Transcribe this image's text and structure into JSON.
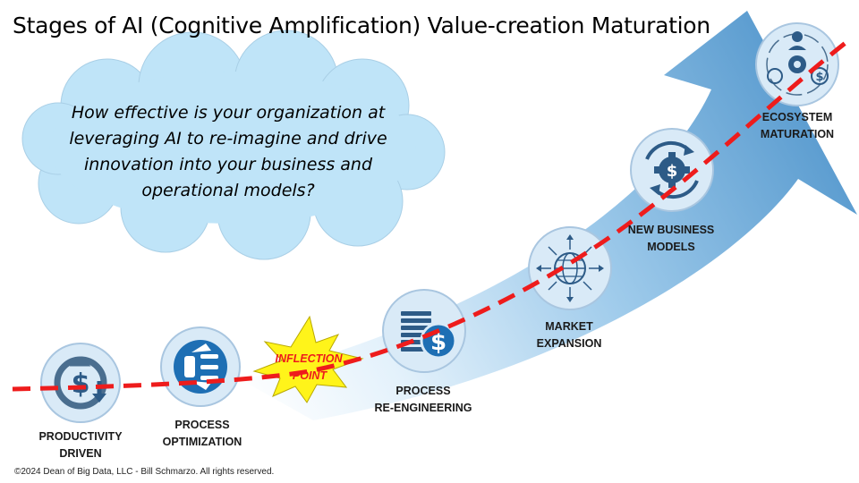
{
  "title": "Stages of AI (Cognitive Amplification) Value-creation Maturation",
  "question": "How effective is your organization at leveraging AI to re-imagine and drive innovation into your business and operational models?",
  "inflection": {
    "line1": "INFLECTION",
    "line2": "POINT"
  },
  "stages": [
    {
      "line1": "PRODUCTIVITY",
      "line2": "DRIVEN",
      "icon": "dollar-cycle-icon"
    },
    {
      "line1": "PROCESS",
      "line2": "OPTIMIZATION",
      "icon": "process-flow-icon"
    },
    {
      "line1": "PROCESS",
      "line2": "RE-ENGINEERING",
      "icon": "dollar-stack-icon"
    },
    {
      "line1": "MARKET",
      "line2": "EXPANSION",
      "icon": "globe-arrows-icon"
    },
    {
      "line1": "NEW BUSINESS",
      "line2": "MODELS",
      "icon": "gear-cycle-icon"
    },
    {
      "line1": "ECOSYSTEM",
      "line2": "MATURATION",
      "icon": "ecosystem-icon"
    }
  ],
  "footer": "©2024 Dean of Big Data, LLC - Bill Schmarzo. All rights reserved.",
  "colors": {
    "arrow_dark": "#4f94cb",
    "arrow_light": "#e3f1fb",
    "cloud": "#bfe4f8",
    "dashed_line": "#ee1c1c",
    "icon_fill": "#d9eaf7",
    "icon_ring": "#a9c6e0",
    "icon_dark": "#2d5b87",
    "icon_blue": "#1e6fb4",
    "star_fill": "#fff41a",
    "inflection_text": "#ee1c1c"
  }
}
